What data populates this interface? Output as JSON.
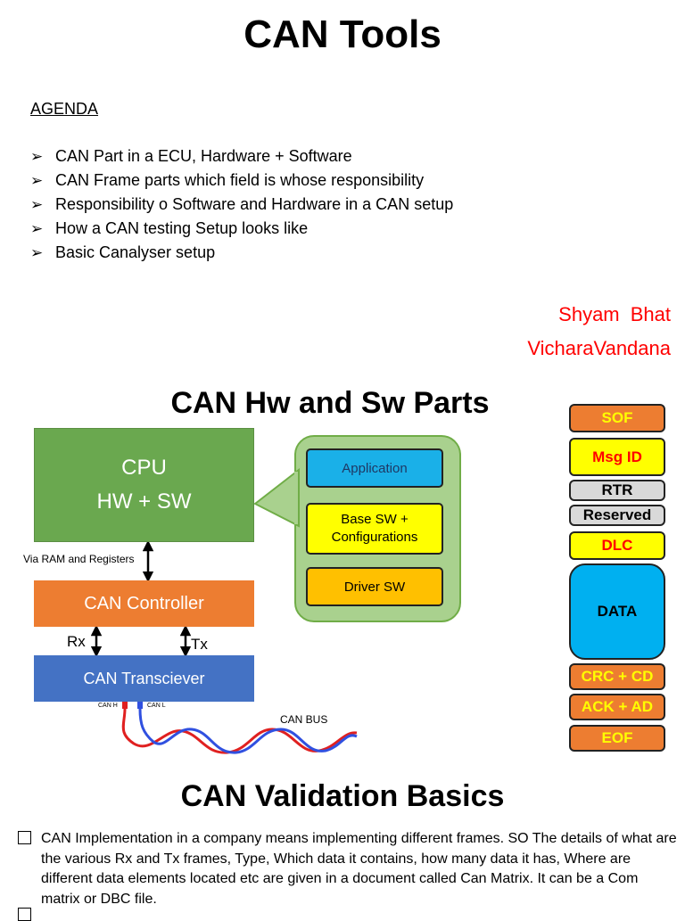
{
  "title": "CAN Tools",
  "agenda": {
    "heading": "AGENDA",
    "bullet_glyph": "➢",
    "items": [
      "CAN Part in a ECU, Hardware + Software",
      "CAN Frame parts which field is whose responsibility",
      "Responsibility o Software and Hardware in a CAN setup",
      "How a CAN testing Setup looks like",
      "Basic Canalyser setup"
    ]
  },
  "author": {
    "name": "Shyam  Bhat",
    "organization": "VicharaVandana"
  },
  "diagram": {
    "title": "CAN Hw and Sw Parts",
    "cpu_line1": "CPU",
    "cpu_line2": "HW + SW",
    "via_label": "Via RAM and Registers",
    "controller": "CAN Controller",
    "rx": "Rx",
    "tx": "Tx",
    "transceiver": "CAN Transciever",
    "can_h": "CAN H",
    "can_l": "CAN L",
    "can_bus": "CAN BUS",
    "software_stack": {
      "application": "Application",
      "base_sw_line1": "Base SW +",
      "base_sw_line2": "Configurations",
      "driver_sw": "Driver SW"
    }
  },
  "frame_fields": [
    {
      "label": "SOF",
      "style": "orange"
    },
    {
      "label": "Msg ID",
      "style": "yellow"
    },
    {
      "label": "RTR",
      "style": "gray"
    },
    {
      "label": "Reserved",
      "style": "gray"
    },
    {
      "label": "DLC",
      "style": "yellow"
    },
    {
      "label": "DATA",
      "style": "blue"
    },
    {
      "label": "CRC + CD",
      "style": "orange"
    },
    {
      "label": "ACK + AD",
      "style": "orange"
    },
    {
      "label": "EOF",
      "style": "orange"
    }
  ],
  "validation": {
    "title": "CAN Validation Basics",
    "paragraph": "CAN Implementation in a company means implementing different frames. SO The details of what are the various Rx and Tx frames, Type, Which data it contains, how many data it has, Where are different data elements located etc are given in a document called Can Matrix. It can be a Com matrix or DBC file."
  },
  "colors": {
    "cpu": "#6aa84f",
    "controller": "#ed7d31",
    "transceiver": "#4472c4",
    "sw_panel": "#a9d18e",
    "application": "#1ab0e8",
    "base_sw": "#ffff00",
    "driver_sw": "#ffc000",
    "author_text": "#ff0000",
    "wire_high": "#e02020",
    "wire_low": "#3050e0"
  }
}
